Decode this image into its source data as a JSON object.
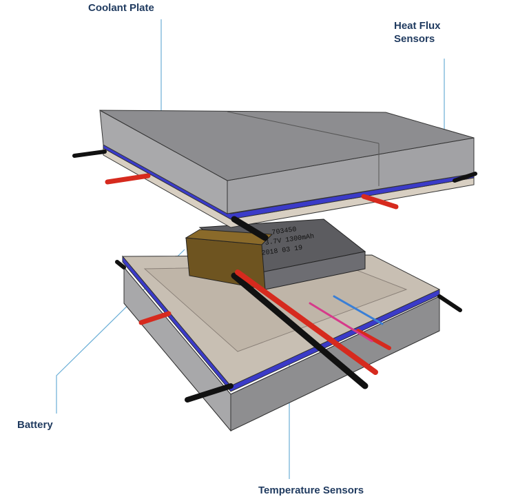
{
  "labels": {
    "coolant_plate": "Coolant Plate",
    "heat_flux_line1": "Heat Flux",
    "heat_flux_line2": "Sensors",
    "battery": "Battery",
    "temperature_sensors": "Temperature Sensors"
  },
  "battery_markings": [
    "703450",
    "3.7V 1300mAh",
    "2018 03 19"
  ],
  "colors": {
    "label": "#1f3a5f",
    "leader": "#6aaed6",
    "wire_red": "#d62a1e",
    "sensor_blue": "#3b3bc8"
  }
}
